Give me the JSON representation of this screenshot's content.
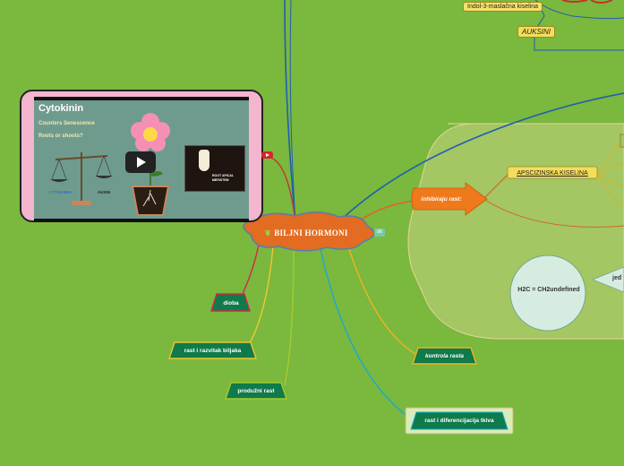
{
  "map": {
    "central_topic": "BILJNI HORMONI",
    "central_icon": "sprout-icon",
    "colors": {
      "background": "#7ab83e",
      "central_fill": "#e26c21",
      "node_fill": "#0f7a4a",
      "inhibit_fill": "#ef7a1c",
      "region_fill": "#a9c96a",
      "tag_fill": "#f3de5c"
    }
  },
  "top_tags": {
    "indol": "Indol-3-maslačna kiselina",
    "auksini": "AUKSINI"
  },
  "video": {
    "title": "Cytokinin",
    "subtitle1": "Counters Senescence",
    "subtitle2": "Roots or shoots?",
    "scale_left": "CYTOKININ",
    "scale_right": "AUXIN",
    "meristem_label": "ROOT APICAL MERISTEM",
    "play_icon": "play-icon",
    "source_icon": "youtube-icon"
  },
  "branches": {
    "inhibiraju": "inhibiraju rast:",
    "apscizinska": "APSCIZINSKA KISELINA",
    "h2c": "H2C = CH2undefined",
    "jed": "jed",
    "dioba": "dioba",
    "rast_razvitak": "rast i razvitak biljaka",
    "produzni": "produžni rast",
    "kontrola": "kontrola rasta",
    "diferencijacija": "rast i diferencijacija tkiva",
    "ok_badge": "ok"
  }
}
